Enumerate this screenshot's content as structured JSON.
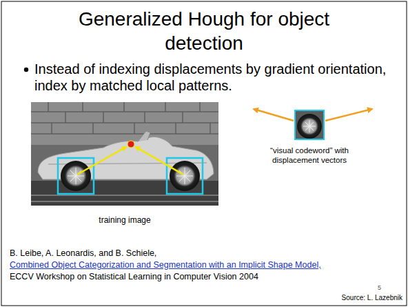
{
  "diagram": {
    "title": "Generalized Hough for object detection",
    "labels": [
      "Instead of indexing displacements by gradient orientation, index by matched local patterns.",
      "training image",
      "“visual codeword” with displacement vectors",
      "B. Leibe, A. Leonardis, and B. Schiele,",
      "Combined Object Categorization and Segmentation with an Implicit Shape Model,",
      "ECCV Workshop on Statistical Learning in Computer Vision 2004",
      "5",
      "Source: L. Lazebnik"
    ]
  }
}
